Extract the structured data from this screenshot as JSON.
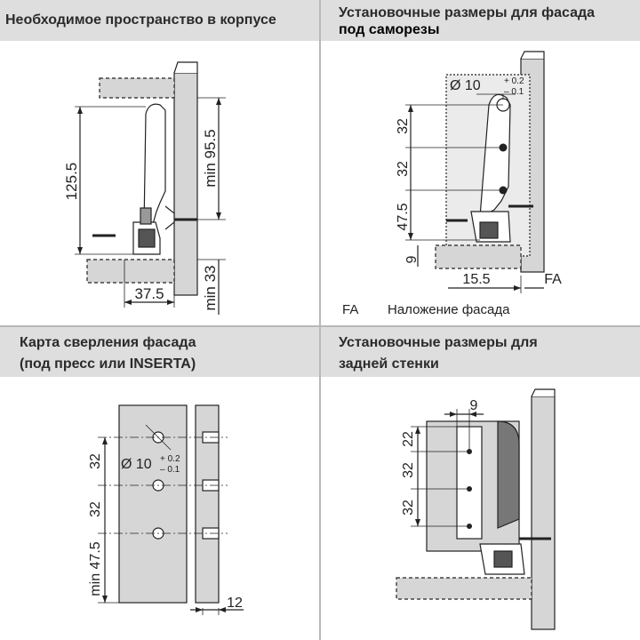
{
  "panels": {
    "cabinet_space": {
      "title": "Необходимое пространство в корпусе",
      "dims": {
        "height": "125.5",
        "min_top": "min 95.5",
        "min_bottom": "min 33",
        "depth": "37.5"
      }
    },
    "front_mounting_screws": {
      "title_line1": "Установочные размеры для фасада",
      "title_line2": "под саморезы",
      "dims": {
        "hole_dia": "Ø 10",
        "tol_plus": "+ 0.2",
        "tol_minus": "– 0.1",
        "pitch_a": "32",
        "pitch_b": "32",
        "bottom": "47.5",
        "base": "9",
        "depth": "15.5",
        "overlay": "FA"
      },
      "legend": {
        "key": "FA",
        "text": "Наложение фасада"
      }
    },
    "drilling_map": {
      "title_line1": "Карта сверления фасада",
      "title_line2": "(под пресс или INSERTA)",
      "dims": {
        "hole_dia": "Ø 10",
        "tol_plus": "+ 0.2",
        "tol_minus": "– 0.1",
        "pitch_a": "32",
        "pitch_b": "32",
        "bottom": "min 47.5",
        "edge": "12"
      }
    },
    "back_panel": {
      "title_line1": "Установочные размеры для",
      "title_line2": "задней стенки",
      "dims": {
        "offset": "9",
        "top": "22",
        "pitch_a": "32",
        "pitch_b": "32"
      }
    }
  },
  "colors": {
    "header_bg": "#dedede",
    "divider": "#b8b8b8",
    "part_fill": "#d6d6d6",
    "line": "#222222"
  }
}
